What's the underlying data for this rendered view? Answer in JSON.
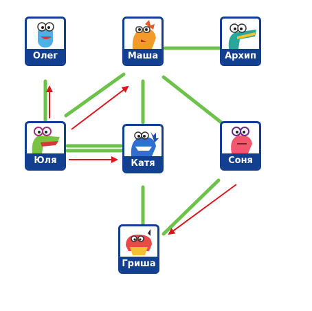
{
  "nodes": {
    "oleg": {
      "label": "Олег",
      "icon": "dino-blue-icon"
    },
    "masha": {
      "label": "Маша",
      "icon": "dino-orange-icon"
    },
    "arkhip": {
      "label": "Архип",
      "icon": "dino-teal-icon"
    },
    "yulia": {
      "label": "Юля",
      "icon": "dino-green-icon"
    },
    "katya": {
      "label": "Катя",
      "icon": "dino-blue-spiky-icon"
    },
    "sonya": {
      "label": "Соня",
      "icon": "dino-pink-icon"
    },
    "grisha": {
      "label": "Гриша",
      "icon": "dino-red-icon"
    }
  },
  "colors": {
    "card": "#123f8f",
    "edge": "#6cc24a",
    "arrow": "#d9161c"
  }
}
